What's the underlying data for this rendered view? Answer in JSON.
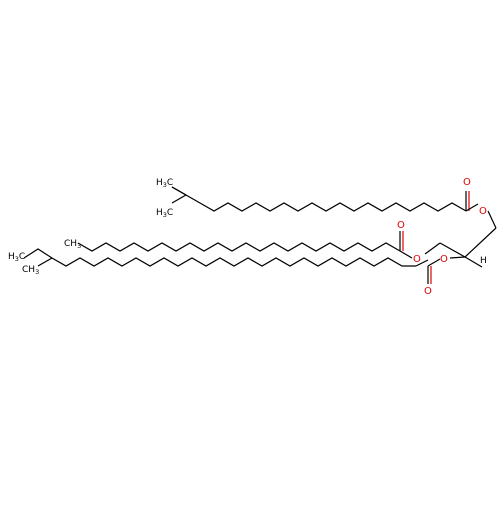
{
  "molecule": {
    "chain_a": {
      "terminal_top": "H3C",
      "terminal_bottom": "H3C",
      "ester_o_carbonyl": "O",
      "ester_o_link": "O"
    },
    "chain_b": {
      "terminal": "CH3",
      "ester_o_carbonyl": "O",
      "ester_o_link": "O"
    },
    "chain_c": {
      "terminal_top": "H3C",
      "terminal_branch": "CH3",
      "ester_o_carbonyl": "O",
      "ester_o_link": "O"
    },
    "stereo_h": "H"
  },
  "colors": {
    "bond": "#000000",
    "oxygen": "#e00000"
  }
}
